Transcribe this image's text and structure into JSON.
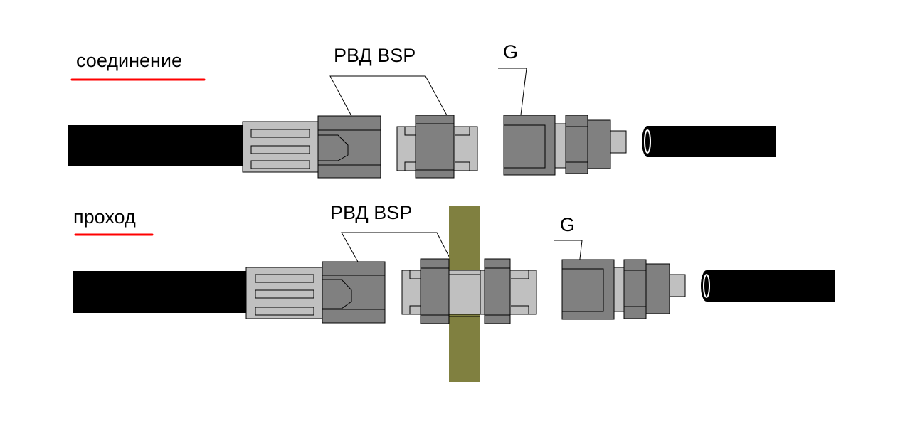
{
  "labels": {
    "row1_title": "соединение",
    "row1_bsp": "РВД BSP",
    "row1_g": "G",
    "row2_title": "проход",
    "row2_bsp": "РВД BSP",
    "row2_g": "G"
  },
  "colors": {
    "hose": "#000000",
    "dark_metal": "#808080",
    "light_metal": "#c0c0c0",
    "wall": "#808040",
    "underline": "#ff0000"
  }
}
